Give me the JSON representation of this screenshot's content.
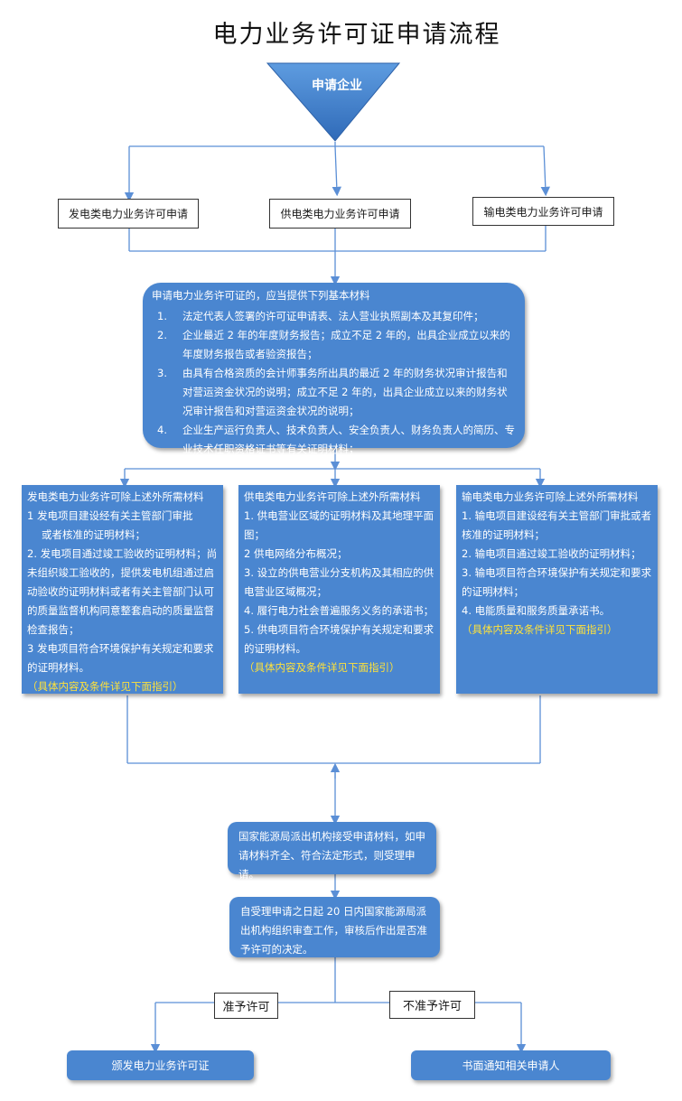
{
  "title": "电力业务许可证申请流程",
  "start": "申请企业",
  "categories": [
    "发电类电力业务许可申请",
    "供电类电力业务许可申请",
    "输电类电力业务许可申请"
  ],
  "basic": {
    "head": "申请电力业务许可证的，应当提供下列基本材料",
    "items": [
      {
        "num": "1.",
        "text": "法定代表人签署的许可证申请表、法人营业执照副本及其复印件；"
      },
      {
        "num": "2.",
        "text": "企业最近 2 年的年度财务报告；成立不足 2 年的，出具企业成立以来的年度财务报告或者验资报告；"
      },
      {
        "num": "3.",
        "text": "由具有合格资质的会计师事务所出具的最近 2 年的财务状况审计报告和对营运资金状况的说明；成立不足 2 年的，出具企业成立以来的财务状况审计报告和对营运资金状况的说明；"
      },
      {
        "num": "4.",
        "text": "企业生产运行负责人、技术负责人、安全负责人、财务负责人的简历、专业技术任职资格证书等有关证明材料；"
      }
    ]
  },
  "gen": {
    "head": "发电类电力业务许可除上述外所需材料",
    "l1": "1 发电项目建设经有关主管部门审批",
    "l1b": "或者核准的证明材料；",
    "l2": "2. 发电项目通过竣工验收的证明材料；尚未组织竣工验收的，提供发电机组通过启动验收的证明材料或者有关主管部门认可的质量监督机构同意整套启动的质量监督检查报告；",
    "l3": "3 发电项目符合环境保护有关规定和要求的证明材料。",
    "note": "（具体内容及条件详见下面指引）"
  },
  "sup": {
    "head": "供电类电力业务许可除上述外所需材料",
    "l1": "1. 供电营业区域的证明材料及其地理平面图；",
    "l2": "2 供电网络分布概况；",
    "l3": "3. 设立的供电营业分支机构及其相应的供电营业区域概况；",
    "l4": "4. 履行电力社会普遍服务义务的承诺书；",
    "l5": "5. 供电项目符合环境保护有关规定和要求的证明材料。",
    "note": "（具体内容及条件详见下面指引）"
  },
  "trans": {
    "head": "输电类电力业务许可除上述外所需材料",
    "l1": "1. 输电项目建设经有关主管部门审批或者核准的证明材料；",
    "l2": "2. 输电项目通过竣工验收的证明材料；",
    "l3": "3. 输电项目符合环境保护有关规定和要求的证明材料；",
    "l4": "4. 电能质量和服务质量承诺书。",
    "note": "（具体内容及条件详见下面指引）"
  },
  "accept": "国家能源局派出机构接受申请材料，如申请材料齐全、符合法定形式，则受理申请。",
  "review": "自受理申请之日起 20 日内国家能源局派出机构组织审查工作，审核后作出是否准予许可的决定。",
  "approve": "准予许可",
  "reject": "不准予许可",
  "issue": "颁发电力业务许可证",
  "notify": "书面通知相关申请人",
  "colors": {
    "box": "#4a86d0",
    "line": "#5b8fd6",
    "note": "#ffe23a"
  }
}
